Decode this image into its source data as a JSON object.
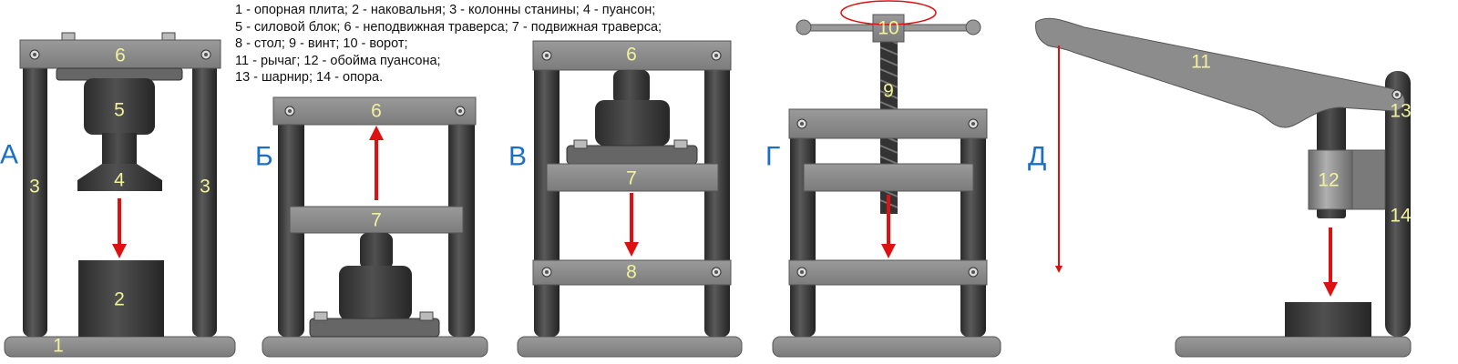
{
  "legend": [
    "1 - опорная плита; 2 - наковальня; 3 - колонны станины; 4 - пуансон;",
    "5 - силовой блок; 6 - неподвижная траверса; 7 - подвижная траверса;",
    "8 - стол; 9 - винт; 10 - ворот;",
    "11 - рычаг; 12 - обойма пуансона;",
    "13 - шарнир; 14 - опора."
  ],
  "panels": {
    "a": {
      "letter": "А",
      "n1": "1",
      "n2": "2",
      "n3a": "3",
      "n3b": "3",
      "n4": "4",
      "n5": "5",
      "n6": "6"
    },
    "b": {
      "letter": "Б",
      "n6": "6",
      "n7": "7"
    },
    "v": {
      "letter": "В",
      "n6": "6",
      "n7": "7",
      "n8": "8"
    },
    "g": {
      "letter": "Г",
      "n9": "9",
      "n10": "10"
    },
    "d": {
      "letter": "Д",
      "n11": "11",
      "n12": "12",
      "n13": "13",
      "n14": "14"
    }
  },
  "colors": {
    "frame": "#8a8a8a",
    "column": "#3a3a3a",
    "arrow": "#dd1111",
    "letter": "#1a6fc4",
    "number": "#f2f29a"
  }
}
